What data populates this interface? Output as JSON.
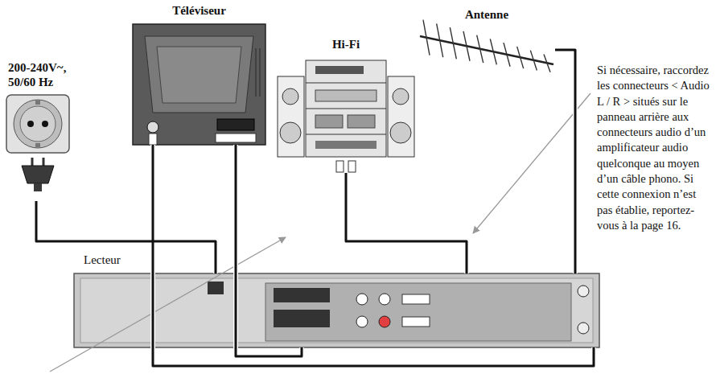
{
  "diagram": {
    "nodes": [
      {
        "text": [
          "200-240V~, 50/60 Hz"
        ]
      },
      {
        "text": [
          "Téléviseur"
        ]
      },
      {
        "text": [
          "Hi-Fi"
        ]
      },
      {
        "text": [
          "Antenne"
        ]
      },
      {
        "text": [
          "Lecteur"
        ]
      }
    ],
    "edges": [
      {
        "from": 0,
        "to": 4,
        "arrow": "none"
      },
      {
        "from": 1,
        "to": 4,
        "arrow": "none"
      },
      {
        "from": 1,
        "to": 4,
        "arrow": "none"
      },
      {
        "from": 2,
        "to": 4,
        "arrow": "none"
      },
      {
        "from": 3,
        "to": 4,
        "arrow": "none"
      }
    ],
    "labels": [
      "Si nécessaire, raccordez les connecteurs < Audio L / R > situés sur le panneau arrière aux connecteurs audio d’un amplificateur audio quelconque au moyen d’un câble phono. Si cette connexion n’est pas établie, reportez-vous à la page 16."
    ]
  }
}
